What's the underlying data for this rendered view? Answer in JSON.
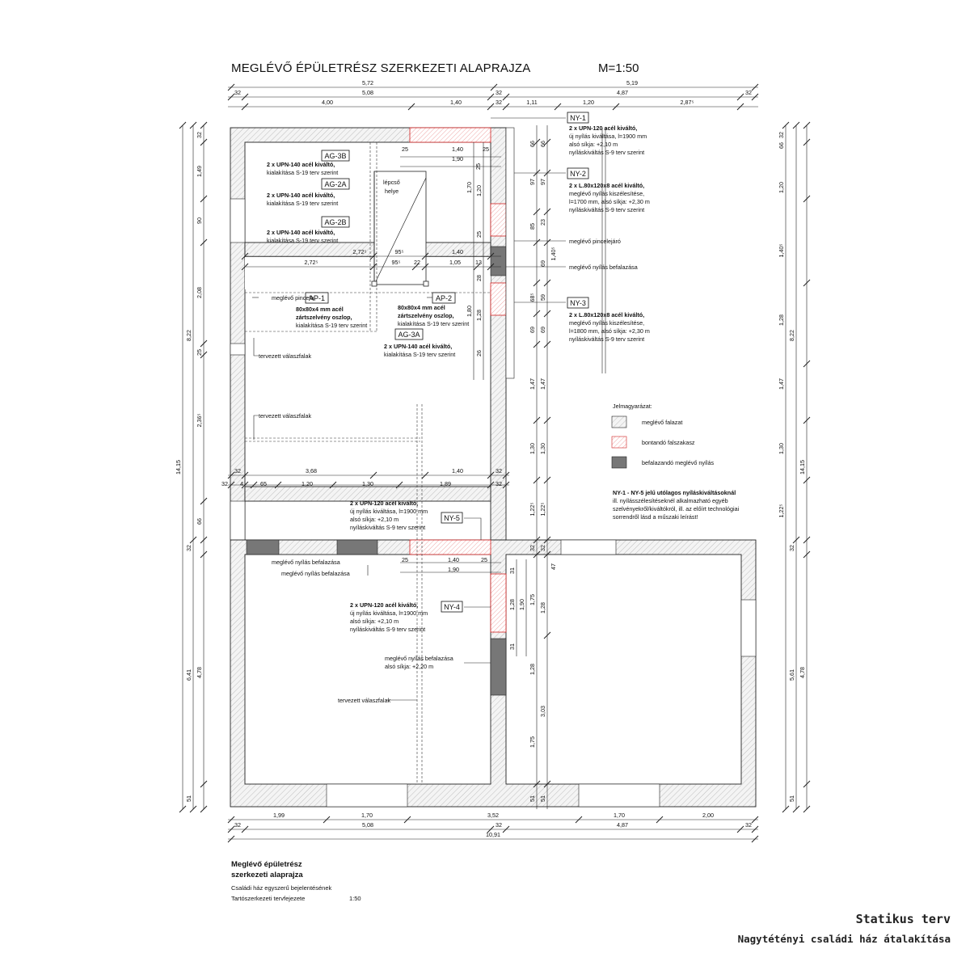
{
  "header": {
    "title": "MEGLÉVŐ ÉPÜLETRÉSZ SZERKEZETI ALAPRAJZA",
    "scale": "M=1:50"
  },
  "dims_top": {
    "row1": [
      "5,72",
      "5,19"
    ],
    "row2": [
      "32",
      "5,08",
      "32",
      "4,87",
      "32"
    ],
    "row3": [
      "4,00",
      "1,40",
      "32",
      "1,11",
      "1,20",
      "2,87⁵"
    ]
  },
  "dims_bottom": {
    "row1": [
      "1,99",
      "1,70",
      "3,52",
      "1,70",
      "2,00"
    ],
    "row2": [
      "32",
      "5,08",
      "32",
      "4,87",
      "32"
    ],
    "row3": [
      "10,91"
    ]
  },
  "dims_left": {
    "outer": [
      "14,15"
    ],
    "mid": [
      "8,22",
      "6,41"
    ],
    "inner": [
      "32",
      "1,49",
      "90",
      "2,08",
      "25",
      "2,36⁵",
      "66",
      "32",
      "4,78",
      "51"
    ]
  },
  "dims_right": {
    "outer": [
      "14,15"
    ],
    "mid": [
      "8,22",
      "5,61"
    ],
    "inner": [
      "32",
      "66",
      "1,20",
      "1,40⁵",
      "1,28",
      "1,47",
      "1,30",
      "1,22⁵",
      "32",
      "4,78",
      "51"
    ]
  },
  "dims_center_right": [
    "66",
    "66",
    "97",
    "97",
    "85",
    "23",
    "1,40⁵",
    "69",
    "68⁵",
    "59",
    "69",
    "69",
    "1,47",
    "1,47",
    "1,30",
    "1,30",
    "1,22⁵",
    "1,22⁵",
    "32",
    "32",
    "47",
    "1,75",
    "1,28",
    "1,28",
    "3,03",
    "1,75",
    "51",
    "51"
  ],
  "dims_inner": {
    "stair_top": [
      "25",
      "1,40",
      "25",
      "1,90",
      "25"
    ],
    "stair_side": [
      "1,70",
      "1,20",
      "25",
      "28",
      "1,28",
      "1,80",
      "26"
    ],
    "mid_row1": [
      "2,72⁵",
      "95⁵",
      "1,40"
    ],
    "mid_row2": [
      "2,72⁵",
      "95⁵",
      "22",
      "1,05",
      "13"
    ],
    "lower_row1": [
      "32",
      "3,68",
      "1,40",
      "32"
    ],
    "lower_row2": [
      "32",
      "4",
      "65",
      "1,20",
      "1,30",
      "1,89",
      "32"
    ],
    "room_top": [
      "25",
      "1,40",
      "25",
      "1,90"
    ],
    "room_side": [
      "31",
      "1,28",
      "1,90",
      "31"
    ]
  },
  "tags": {
    "ny1": "NY-1",
    "ny2": "NY-2",
    "ny3": "NY-3",
    "ny4": "NY-4",
    "ny5": "NY-5",
    "ag3b": "AG-3B",
    "ag2a": "AG-2A",
    "ag2b": "AG-2B",
    "ag3a": "AG-3A",
    "ap1": "AP-1",
    "ap2": "AP-2"
  },
  "notes": {
    "ag3b_l1": "2 x UPN-140 acél kiváltó,",
    "ag3b_l2": "kialakítása S-19 terv szerint",
    "ag2a_l1": "2 x UPN-140 acél kiváltó,",
    "ag2a_l2": "kialakítása S-19 terv szerint",
    "ag2b_l1": "2 x UPN-140 acél kiváltó,",
    "ag2b_l2": "kialakítása S-19 terv szerint",
    "stair_l1": "lépcső",
    "stair_l2": "helye",
    "ny1_l1": "2 x UPN-120 acél kiváltó,",
    "ny1_l2": "új nyílás kiváltása, l=1900 mm",
    "ny1_l3": "alsó síkja: +2,10 m",
    "ny1_l4": "nyíláskiváltás S-9 terv szerint",
    "ny2_l1": "2 x L.80x120x8 acél kiváltó,",
    "ny2_l2": "meglévő nyílás kiszélesítése,",
    "ny2_l3": "l=1700 mm, alsó síkja: +2,30 m",
    "ny2_l4": "nyíláskiváltás S-9 terv szerint",
    "pincelejaro": "meglévő pincelejáró",
    "befalazasa1": "meglévő nyílás befalazása",
    "ny3_l1": "2 x L.80x120x8 acél kiváltó,",
    "ny3_l2": "meglévő nyílás kiszélesítése,",
    "ny3_l3": "l=1800 mm, alsó síkja: +2,30 m",
    "ny3_l4": "nyíláskiváltás S-9 terv szerint",
    "pincefal": "meglévő pincefal",
    "ap1_l1": "80x80x4 mm acél",
    "ap1_l2": "zártszelvény oszlop,",
    "ap1_l3": "kialakítása S-19 terv szerint",
    "ap2_l1": "80x80x4 mm acél",
    "ap2_l2": "zártszelvény oszlop,",
    "ap2_l3": "kialakítása S-19 terv szerint",
    "ag3a_l1": "2 x UPN-140 acél kiváltó,",
    "ag3a_l2": "kialakítása S-19 terv szerint",
    "valaszfal1": "tervezett válaszfalak",
    "valaszfal2": "tervezett válaszfalak",
    "valaszfal3": "tervezett válaszfalak",
    "ny5_l1": "2 x UPN-120 acél kiváltó,",
    "ny5_l2": "új nyílás kiváltása, l=1900 mm",
    "ny5_l3": "alsó síkja: +2,10 m",
    "ny5_l4": "nyíláskiváltás S-9 terv szerint",
    "befalazasa2": "meglévő nyílás befalazása",
    "befalazasa3": "meglévő nyílás befalazása",
    "ny4_l1": "2 x UPN-120 acél kiváltó,",
    "ny4_l2": "új nyílás kiváltása, l=1900 mm",
    "ny4_l3": "alsó síkja: +2,10 m",
    "ny4_l4": "nyíláskiváltás S-9 terv szerint",
    "befalazasa4_l1": "meglévő nyílás befalazása",
    "befalazasa4_l2": "alsó síkja: +2,20 m"
  },
  "legend": {
    "title": "Jelmagyarázat:",
    "items": [
      "meglévő falazat",
      "bontandó falszakasz",
      "befalazandó meglévő nyílás"
    ],
    "note_l1": "NY-1 - NY-5 jelű utólagos nyíláskiváltásoknál",
    "note_l2": "ill. nyílásszélesítéseknél alkalmazható egyéb",
    "note_l3": "szelvényekről/kiváltókról, ill. az előírt technológiai",
    "note_l4": "sorrendről lásd a műszaki leírást!"
  },
  "footer": {
    "title_l1": "Meglévő épületrész",
    "title_l2": "szerkezeti alaprajza",
    "sub": "Családi ház egyszerű bejelentésének",
    "chapter": "Tartószerkezeti tervfejezete",
    "scale": "1:50"
  },
  "brand": {
    "line1": "Statikus terv",
    "line2": "Nagytétényi családi ház átalakítása"
  },
  "colors": {
    "line": "#222222",
    "demolish": "#d02020",
    "infill": "#777777"
  }
}
